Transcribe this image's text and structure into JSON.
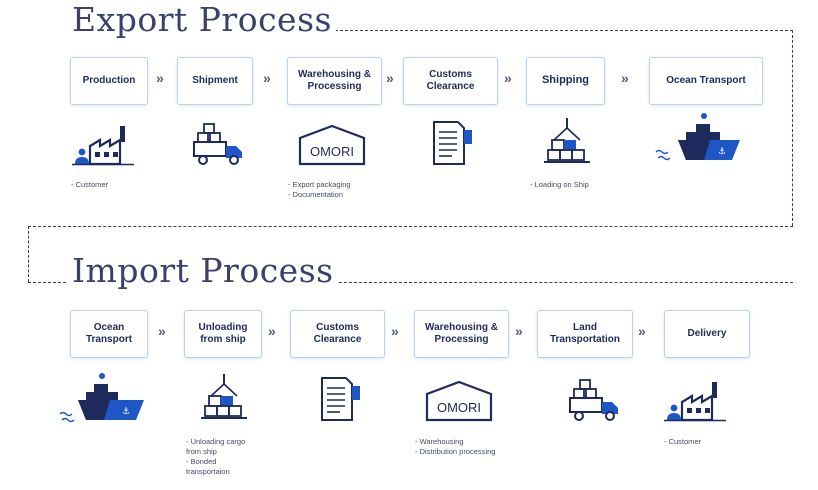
{
  "export": {
    "title": "Export Process",
    "steps": [
      "Production",
      "Shipment",
      "Warehousing &\nProcessing",
      "Customs\nClearance",
      "Shipping",
      "Ocean Transport"
    ],
    "notes": {
      "production": "- Customer",
      "warehousing": "- Export packaging\n- Documentation",
      "shipping": "- Loading on Ship"
    }
  },
  "import": {
    "title": "Import Process",
    "steps": [
      "Ocean\nTransport",
      "Unloading\nfrom ship",
      "Customs\nClearance",
      "Warehousing &\nProcessing",
      "Land\nTransportation",
      "Delivery"
    ],
    "notes": {
      "unloading": "- Unloading cargo\nfrom ship\n- Bonded\ntransportaion",
      "warehousing": "- Warehousing\n- Distribution processing",
      "delivery": "- Customer"
    }
  },
  "warehouse_sign": "OMORI",
  "arrow_glyph": "»",
  "colors": {
    "navy": "#1f2a5c",
    "blue": "#1e56c8",
    "box_border": "#b9d3ec"
  },
  "icons": [
    "factory-icon",
    "truck-icon",
    "warehouse-icon",
    "document-icon",
    "crane-icon",
    "ship-icon"
  ]
}
